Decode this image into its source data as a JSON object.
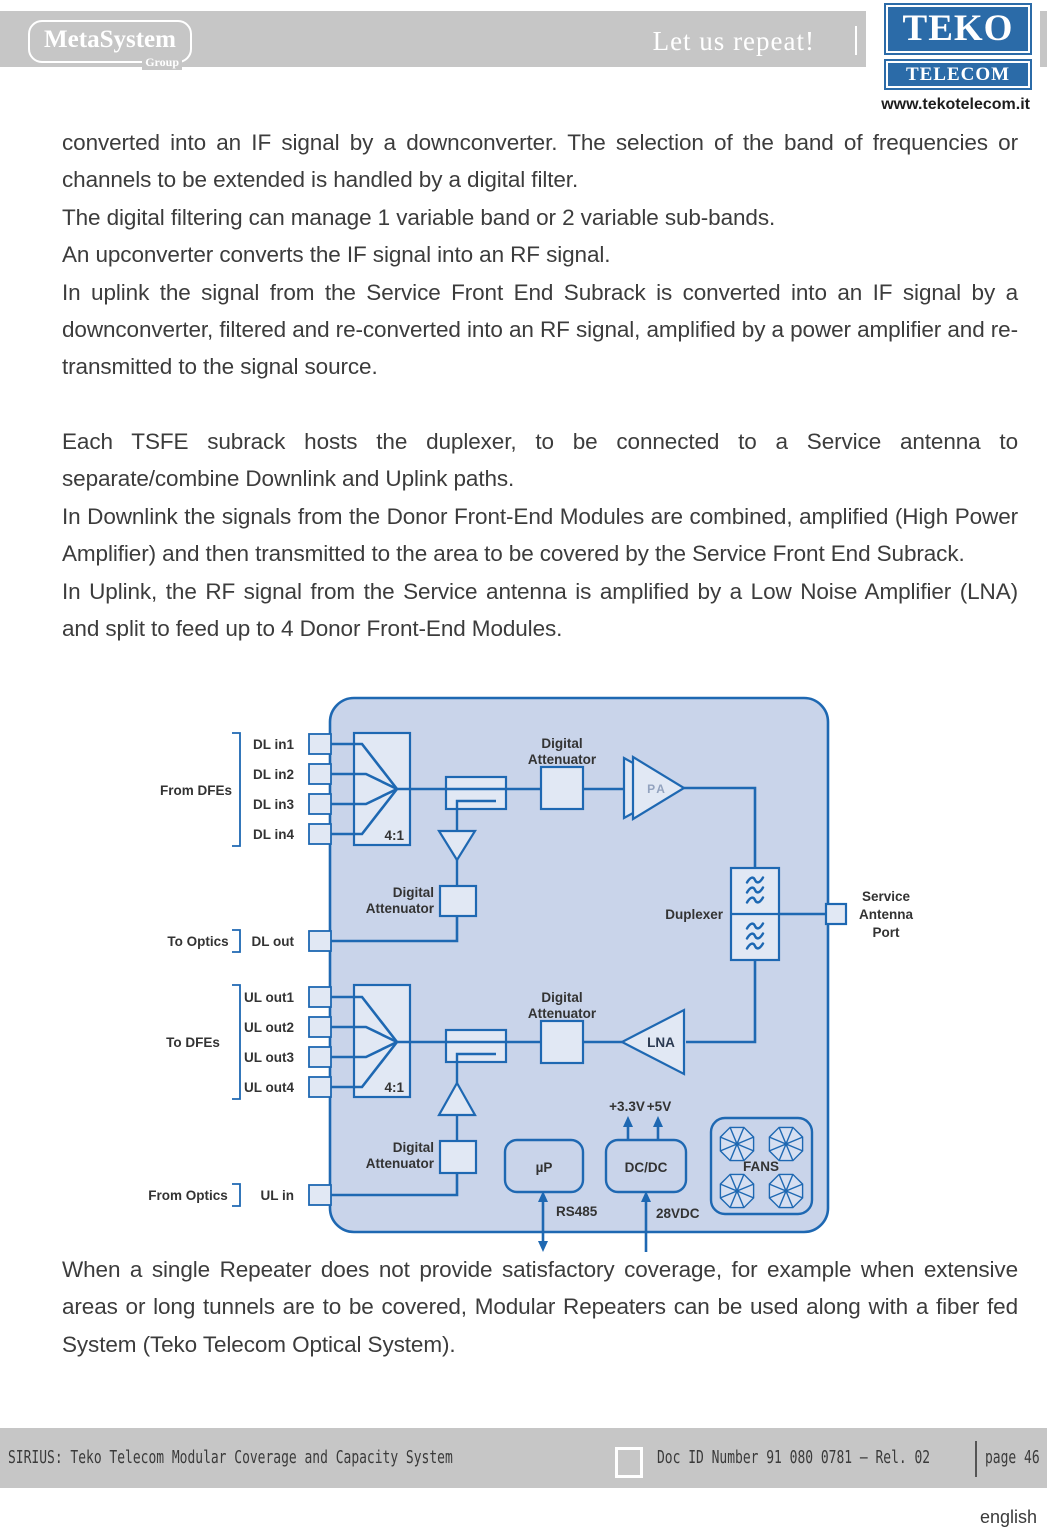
{
  "header": {
    "metasystem": {
      "name": "MetaSystem",
      "group": "Group"
    },
    "tagline": "Let us repeat!",
    "teko": {
      "top": "TEKO",
      "bottom": "TELECOM"
    },
    "website": "www.tekotelecom.it"
  },
  "body": {
    "p1": [
      "converted into an IF signal by a downconverter. The selection of the band of frequencies or channels to be extended is handled by a digital filter.",
      "The digital filtering can manage 1 variable band or 2 variable sub-bands.",
      "An upconverter converts the IF signal into an RF signal.",
      "In uplink the signal from the Service Front End Subrack is converted into an IF signal by a downconverter, filtered and re-converted into an RF signal, amplified by a power amplifier and re-transmitted to the signal source."
    ],
    "p2": [
      "Each TSFE subrack hosts the duplexer, to be connected to a Service antenna to separate/combine Downlink and Uplink paths.",
      "In Downlink the signals from the Donor Front-End Modules are combined, amplified (High Power Amplifier) and then transmitted to the area to be covered by the Service Front End Subrack.",
      "In Uplink, the RF signal from the Service antenna is amplified by a Low Noise Amplifier (LNA) and split to feed up to 4 Donor Front-End Modules."
    ],
    "p3": [
      "When a single Repeater does not provide satisfactory coverage, for example when extensive areas or long tunnels are to be covered, Modular Repeaters can be used along with a fiber fed System (Teko Telecom Optical System)."
    ]
  },
  "diagram": {
    "group_labels": {
      "from_dfes": "From DFEs",
      "to_optics": "To Optics",
      "to_dfes": "To DFEs",
      "from_optics": "From Optics"
    },
    "dl_inputs": [
      "DL in1",
      "DL in2",
      "DL in3",
      "DL in4"
    ],
    "ul_outputs": [
      "UL out1",
      "UL out2",
      "UL out3",
      "UL out4"
    ],
    "dl_out": "DL out",
    "ul_in": "UL in",
    "combiner_ratio": "4:1",
    "attenuator": {
      "line1": "Digital",
      "line2": "Attenuator"
    },
    "pa": "PA",
    "lna": "LNA",
    "duplexer": "Duplexer",
    "service_port": {
      "line1": "Service",
      "line2": "Antenna",
      "line3": "Port"
    },
    "micro": "µP",
    "dcdc": "DC/DC",
    "fans": "FANS",
    "rs485": "RS485",
    "v28": "28VDC",
    "v33": "+3.3V",
    "v5": "+5V"
  },
  "footer": {
    "doc_title": "SIRIUS: Teko Telecom Modular Coverage and Capacity System",
    "doc_id": "Doc ID Number 91 080 0781 – Rel. 02",
    "page": "page 46",
    "language": "english"
  },
  "colors": {
    "accent_blue": "#1e68b2",
    "teko_blue": "#2b6ba8",
    "band_gray": "#c6c6c6",
    "diagram_fill": "#c9d4ea",
    "block_fill": "#e1e8f4",
    "body_text": "#3c3c3c"
  }
}
